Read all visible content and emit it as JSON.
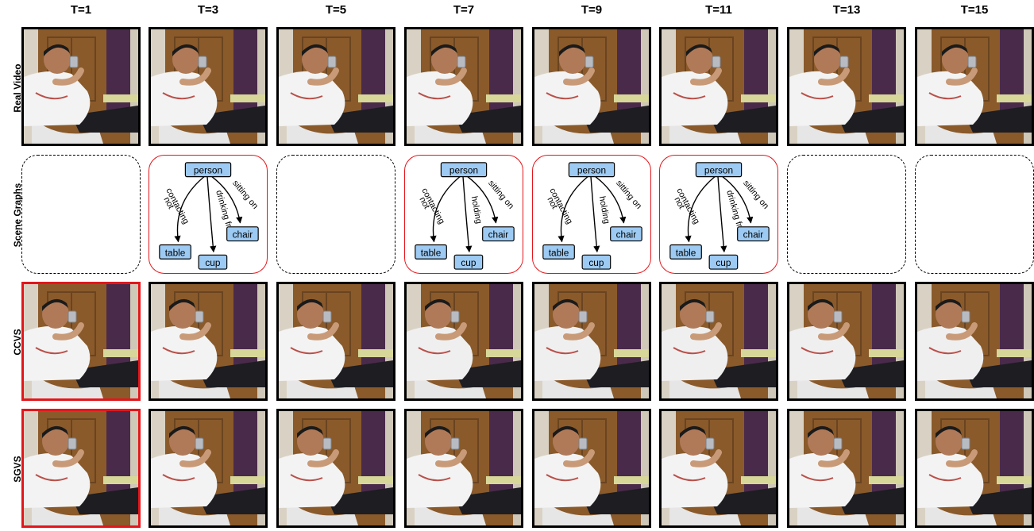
{
  "columns": [
    "T=1",
    "T=3",
    "T=5",
    "T=7",
    "T=9",
    "T=11",
    "T=13",
    "T=15"
  ],
  "rows": {
    "real_video": "Real Video",
    "scene_graphs": "Scene Graphs",
    "ccvs": "CCVS",
    "sgvs": "SGVS"
  },
  "scene_graph_nodes": {
    "person": "person",
    "chair": "chair",
    "table": "table",
    "cup": "cup"
  },
  "scene_graphs": [
    null,
    {
      "left": [
        "not",
        "contacting"
      ],
      "middle": "drinking from",
      "right": "sitting on"
    },
    null,
    {
      "left": [
        "not",
        "contacting"
      ],
      "middle": "holding",
      "right": "sitting on"
    },
    {
      "left": [
        "not",
        "contacting"
      ],
      "middle": "holding",
      "right": "sitting on"
    },
    {
      "left": [
        "not",
        "contacting"
      ],
      "middle": "drinking from",
      "right": "sitting on"
    },
    null,
    null
  ],
  "highlighted_frames": {
    "ccvs": [
      0
    ],
    "sgvs": [
      0
    ]
  },
  "colors": {
    "highlight": "#e3161b",
    "node_fill": "#9ccaf3"
  }
}
